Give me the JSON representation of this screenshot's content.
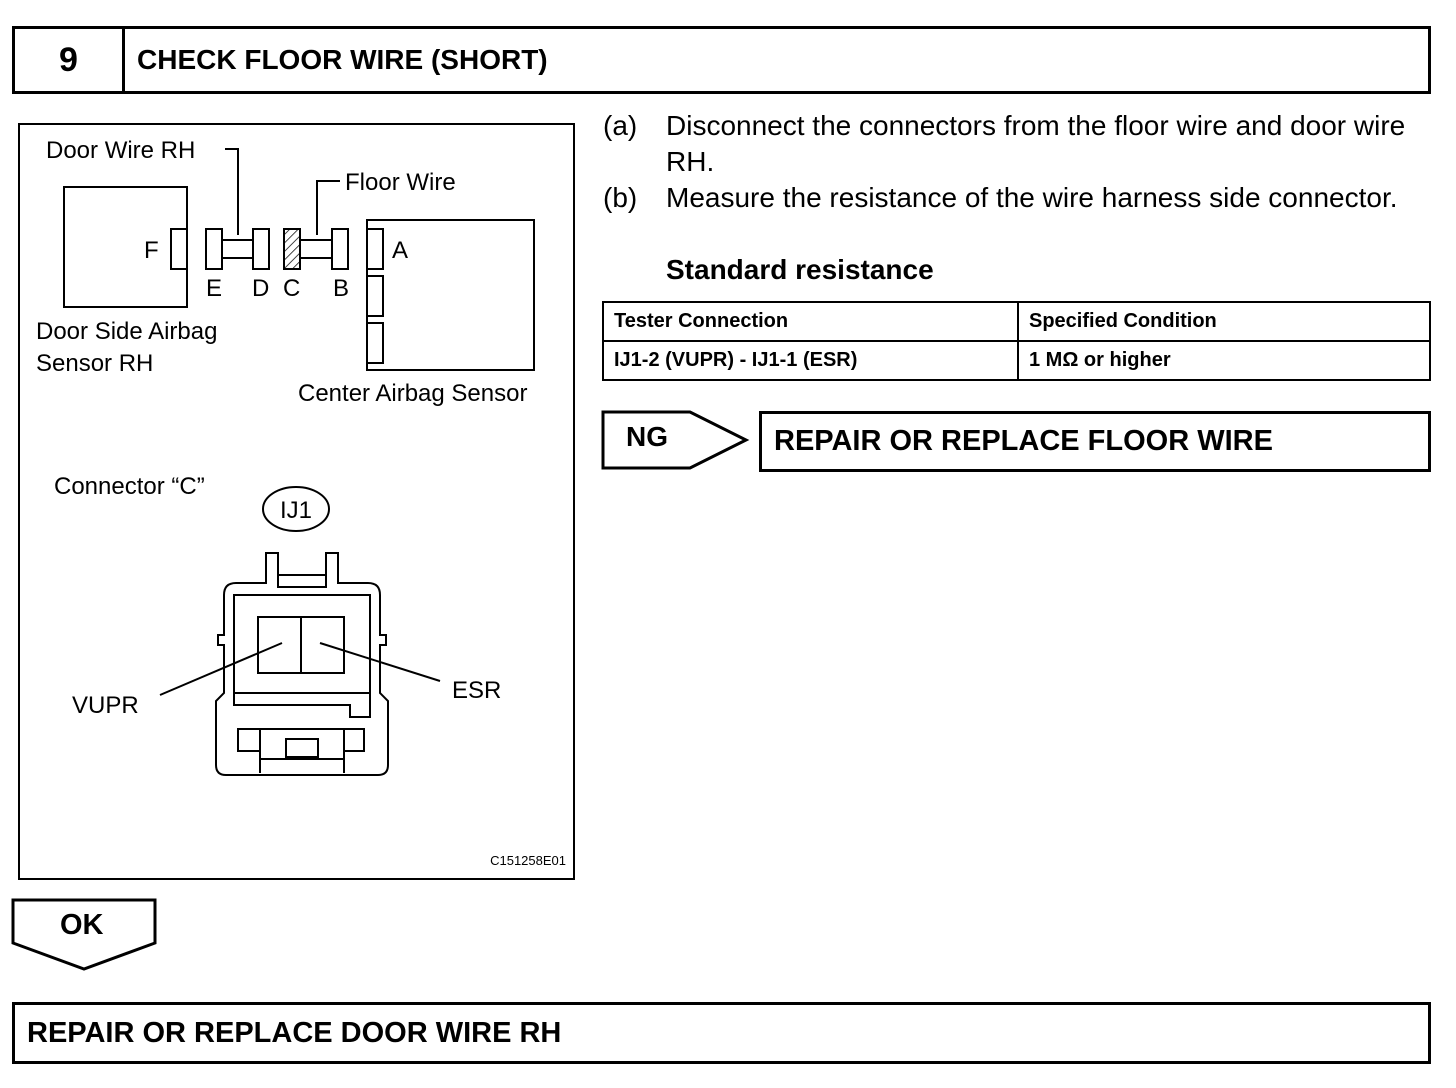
{
  "step": {
    "number": "9",
    "title": "CHECK FLOOR WIRE (SHORT)"
  },
  "figure": {
    "labels": {
      "door_wire_rh": "Door Wire RH",
      "floor_wire": "Floor Wire",
      "door_side_airbag_sensor_line1": "Door Side Airbag",
      "door_side_airbag_sensor_line2": "Sensor RH",
      "center_airbag_sensor": "Center Airbag Sensor",
      "connector_c": "Connector “C”",
      "connector_code": "IJ1",
      "pin_vupr": "VUPR",
      "pin_esr": "ESR",
      "figure_id": "C151258E01"
    },
    "connector_letters": {
      "a": "A",
      "b": "B",
      "c": "C",
      "d": "D",
      "e": "E",
      "f": "F"
    }
  },
  "instructions": [
    {
      "label": "(a)",
      "text": "Disconnect the connectors from the floor wire and door wire RH."
    },
    {
      "label": "(b)",
      "text": "Measure the resistance of the wire harness side connector."
    }
  ],
  "standard_resistance": "Standard resistance",
  "spec_table": {
    "headers": [
      "Tester Connection",
      "Specified Condition"
    ],
    "rows": [
      [
        "IJ1-2 (VUPR) - IJ1-1 (ESR)",
        "1 MΩ or higher"
      ]
    ]
  },
  "ng": {
    "label": "NG",
    "result": "REPAIR OR REPLACE FLOOR WIRE"
  },
  "ok": {
    "label": "OK",
    "result": "REPAIR OR REPLACE DOOR WIRE RH"
  }
}
